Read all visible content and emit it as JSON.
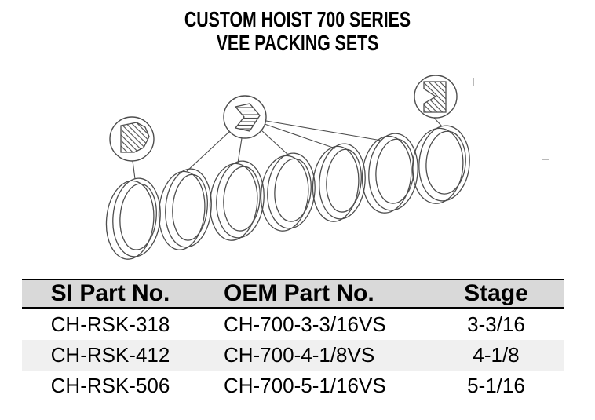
{
  "title": {
    "line1": "CUSTOM HOIST 700 SERIES",
    "line2": "VEE PACKING SETS"
  },
  "diagram": {
    "description": "Exploded line drawing of a vee packing set: seven packing rings in a row with three cross-section callout circles",
    "ring_count": 7,
    "callouts": [
      {
        "icon": "male-adapter-cross-section-icon",
        "hatch": "diagonal"
      },
      {
        "icon": "vee-ring-cross-section-icon",
        "hatch": "horizontal"
      },
      {
        "icon": "female-adapter-cross-section-icon",
        "hatch": "diagonal"
      }
    ]
  },
  "table": {
    "headers": [
      "SI Part No.",
      "OEM Part No.",
      "Stage"
    ],
    "rows": [
      {
        "si_part_no": "CH-RSK-318",
        "oem_part_no": "CH-700-3-3/16VS",
        "stage": "3-3/16"
      },
      {
        "si_part_no": "CH-RSK-412",
        "oem_part_no": "CH-700-4-1/8VS",
        "stage": "4-1/8"
      },
      {
        "si_part_no": "CH-RSK-506",
        "oem_part_no": "CH-700-5-1/16VS",
        "stage": "5-1/16"
      }
    ]
  },
  "colors": {
    "header_bg": "#d9d9d9",
    "alt_row_bg": "#f0f0f0",
    "line_art": "#4d4d4d",
    "text": "#000000"
  }
}
